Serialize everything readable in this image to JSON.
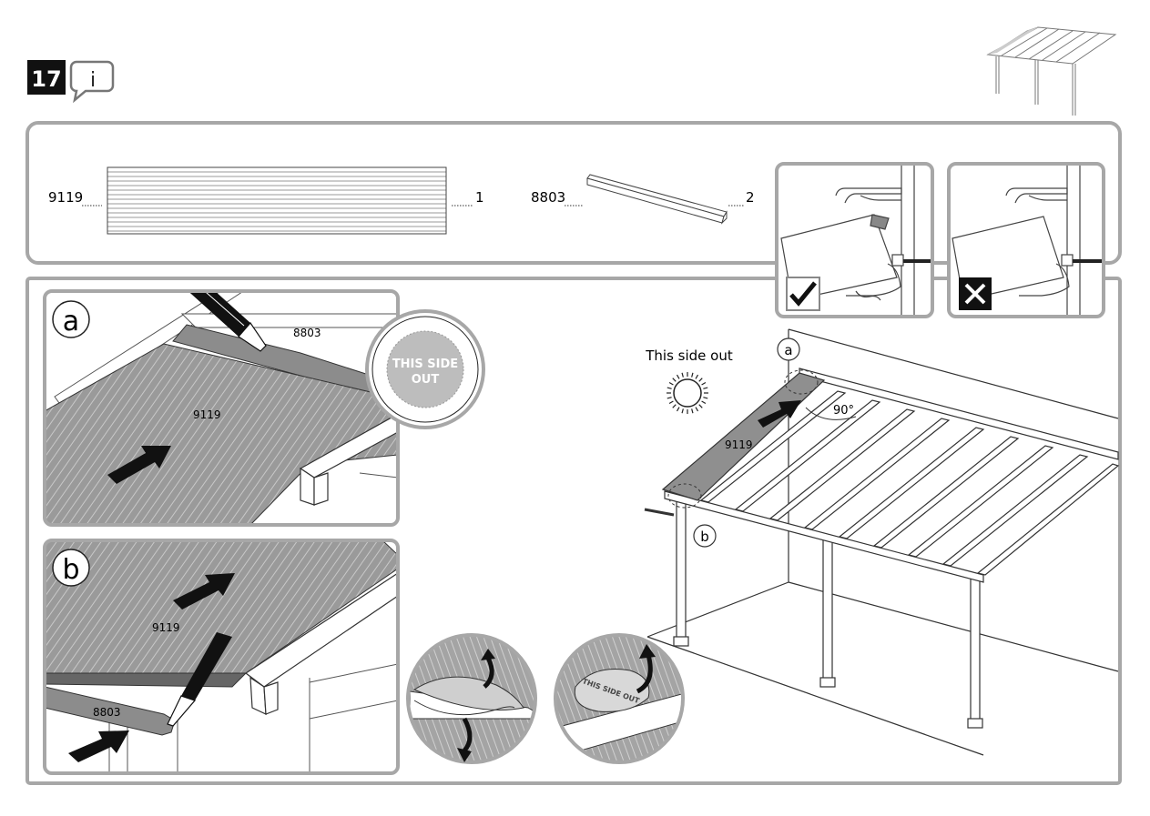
{
  "step": {
    "number": "17",
    "info_icon": "info-speech-bubble-icon"
  },
  "parts": [
    {
      "code": "9119",
      "quantity": "1",
      "name": "polycarbonate-panel"
    },
    {
      "code": "8803",
      "quantity": "2",
      "name": "end-cap-profile"
    }
  ],
  "checks": {
    "correct_icon": "check-mark-icon",
    "wrong_icon": "cross-mark-icon"
  },
  "detail_a": {
    "letter": "a",
    "profile_label": "8803",
    "panel_label": "9119",
    "badge_line1": "THIS SIDE",
    "badge_line2": "OUT"
  },
  "detail_b": {
    "letter": "b",
    "panel_label": "9119",
    "profile_label": "8803"
  },
  "peel": {
    "film_label": "THIS SIDE OUT"
  },
  "overview": {
    "sun_label": "This side out",
    "angle_label": "90°",
    "panel_label": "9119",
    "callout_a": "a",
    "callout_b": "b"
  }
}
